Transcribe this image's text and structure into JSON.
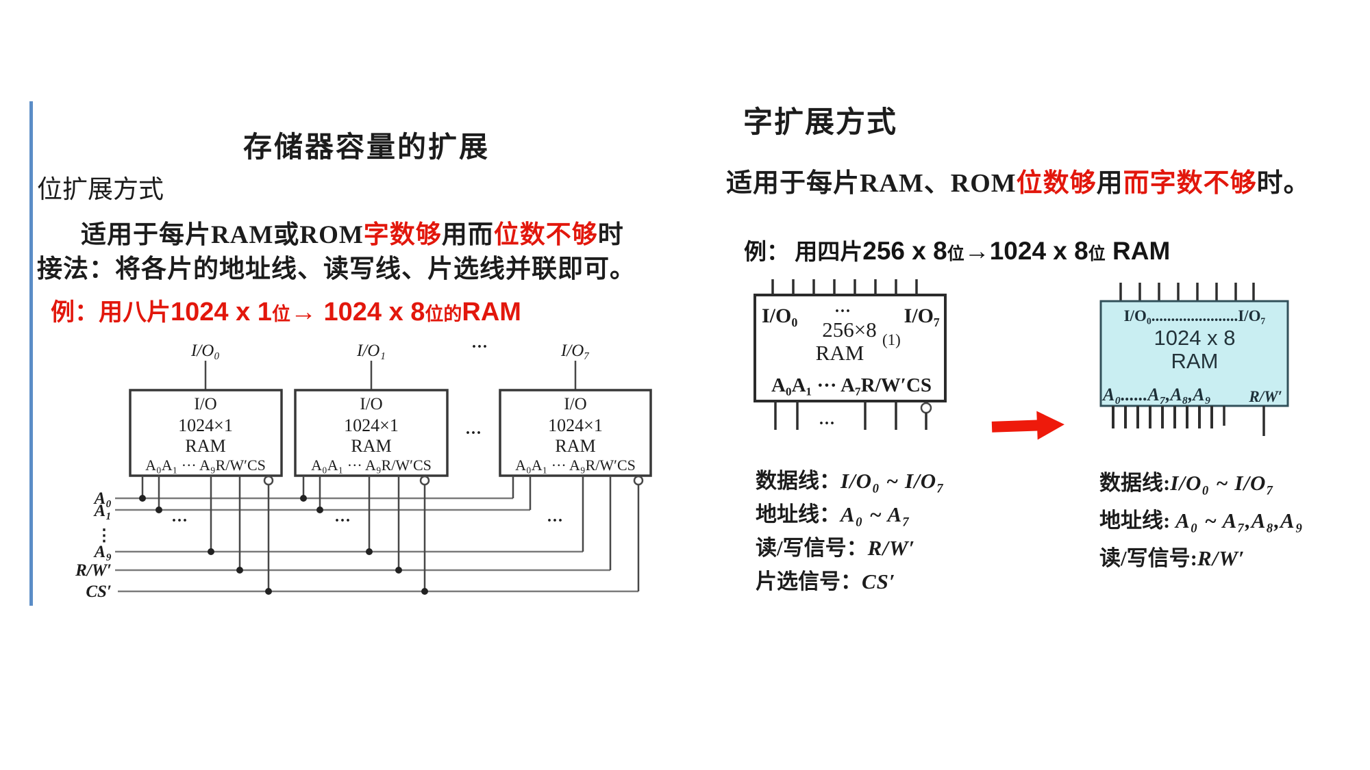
{
  "colors": {
    "red_text": "#e2170c",
    "blue_bar": "#5b8dc7",
    "cyan_fill": "#c9eef2",
    "arrow_red": "#ee1a0b",
    "diagram_line": "#474747",
    "bus_line": "#7a7a7a"
  },
  "left": {
    "title": "存储器容量的扩展",
    "subtitle": "位扩展方式",
    "para1": {
      "pre": "适用于每片RAM或ROM",
      "red1": "字数够",
      "mid": "用而",
      "red2": "位数不够",
      "post": "时"
    },
    "para2": "接法：将各片的地址线、读写线、片选线并联即可。",
    "example": {
      "hand": "例：用八片",
      "n1": "1024 x 1",
      "u1": "位",
      "arrow": "→ ",
      "n2": "1024 x 8",
      "u2": "位的",
      "ram": "RAM"
    },
    "diagram": {
      "io0": "I/O₀",
      "io1": "I/O₁",
      "io_dots": "···",
      "io7": "I/O₇",
      "chip": {
        "l1": "I/O",
        "l2": "1024×1",
        "l3": "RAM",
        "pins": "A₀A₁ ··· A₉R/W′CS"
      },
      "mid_dots": "···",
      "under_dots": "···",
      "bus": {
        "a0": "A₀",
        "a1": "A₁",
        "vdots": "⋮",
        "a9": "A₉",
        "rw": "R/W′",
        "cs": "CS′"
      }
    }
  },
  "right": {
    "title": "字扩展方式",
    "para": {
      "pre": "适用于每片RAM、ROM",
      "red1": "位数够",
      "mid": "用",
      "red2": "而字数不够",
      "post": "时。"
    },
    "example": {
      "hand": "例： 用四片",
      "n1": "256 x 8",
      "u1": "位",
      "arrow": "→",
      "n2": "1024 x 8",
      "u2": "位",
      "ram": " RAM"
    },
    "chip256": {
      "io0": "I/O₀",
      "io_dots": "···",
      "io7": "I/O₇",
      "cap": "256×8",
      "sup": "(1)",
      "ram": "RAM",
      "pins": "A₀A₁ ··· A₇R/W′CS",
      "under_dots": "···"
    },
    "chip1024": {
      "io_row": "I/O₀......................I/O₇",
      "cap": "1024 x 8",
      "ram": "RAM",
      "addr": "A₀......A₇,A₈,A₉",
      "rw": "R/W′"
    },
    "list_left": {
      "items": [
        {
          "label": "数据线：",
          "value": "I/O₀ ~ I/O₇"
        },
        {
          "label": "地址线：",
          "value": "A₀ ~ A₇"
        },
        {
          "label": "读/写信号：",
          "value": "R/W′"
        },
        {
          "label": "片选信号：",
          "value": "CS′"
        }
      ]
    },
    "list_right": {
      "items": [
        {
          "label": "数据线:",
          "value": "I/O₀ ~ I/O₇"
        },
        {
          "label": "地址线: ",
          "value": "A₀ ~ A₇,A₈,A₉"
        },
        {
          "label": "读/写信号:",
          "value": "R/W′"
        }
      ]
    }
  }
}
